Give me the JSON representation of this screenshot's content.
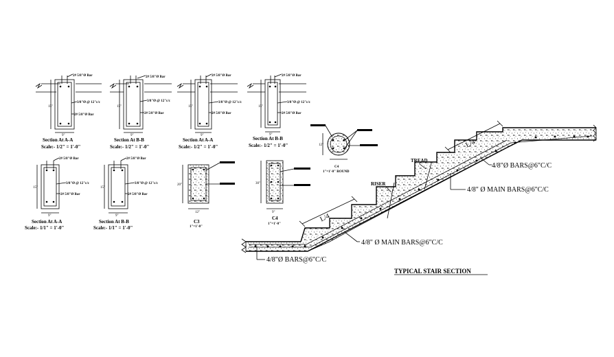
{
  "sections": [
    {
      "title": "Section At A-A",
      "scale": "Scale:- 1/2\" = 1'-0\"",
      "top_bar": "2# 5/8\"Ø Bar",
      "stirrup": "3/8\"Ø @ 12\"c/c",
      "bottom_bar": "2# 5/8\"Ø Bar"
    },
    {
      "title": "Section At B-B",
      "scale": "Scale:- 1/2\" = 1'-0\"",
      "top_bar": "2# 5/8\"Ø Bar",
      "stirrup": "3/8\"Ø @ 12\"c/c",
      "bottom_bar": "2# 5/8\"Ø Bar"
    },
    {
      "title": "Section At A-A",
      "scale": "Scale:- 1/2\" = 1'-0\"",
      "top_bar": "2# 5/8\"Ø Bar",
      "stirrup": "3/8\"Ø @ 12\"c/c",
      "bottom_bar": "2# 5/8\"Ø Bar"
    },
    {
      "title": "Section At B-B",
      "scale": "Scale:- 1/2\" = 1'-0\"",
      "top_bar": "2# 5/8\"Ø Bar",
      "stirrup": "3/8\"Ø @ 12\"c/c",
      "bottom_bar": "2# 5/8\"Ø Bar"
    },
    {
      "title": "Section At A-A",
      "scale": "Scale:- 1/1\" = 1'-0\"",
      "top_bar": "2# 5/8\"Ø Bar",
      "stirrup": "3/8\"Ø @ 12\"c/c",
      "bottom_bar": "2# 5/8\"Ø Bar"
    },
    {
      "title": "Section At B-B",
      "scale": "Scale:- 1/1\" = 1'-0\"",
      "top_bar": "2# 5/8\"Ø Bar",
      "stirrup": "3/8\"Ø @ 12\"c/c",
      "bottom_bar": "2# 5/8\"Ø Bar"
    }
  ],
  "columns": {
    "c3_label": "C3",
    "c3_scale": "1\"=1'-0\"",
    "c4_label": "C4",
    "c4_scale": "1\"=1'-0\"",
    "round_label": "C4",
    "round_scale": "1\"=1'-0\" ROUND"
  },
  "dims": {
    "width": "9\"",
    "depth": "15\"",
    "col_w": "12\"",
    "col_d": "20\"",
    "col4_w": "9\"",
    "col4_d": "30\"",
    "round_d": "12\""
  },
  "stair": {
    "title": "TYPICAL STAIR SECTION",
    "tread": "TREAD",
    "riser": "RISER",
    "span_upper": "L/4",
    "span_lower": "L/4",
    "bars_upper_dist": "4/8\"Ø BARS@6\"C/C",
    "bars_upper_main": "4/8\" Ø MAIN BARS@6\"C/C",
    "bars_lower_main": "4/8\" Ø MAIN BARS@6\"C/C",
    "bars_lower_dist": "4/8\"Ø BARS@6\"C/C"
  }
}
